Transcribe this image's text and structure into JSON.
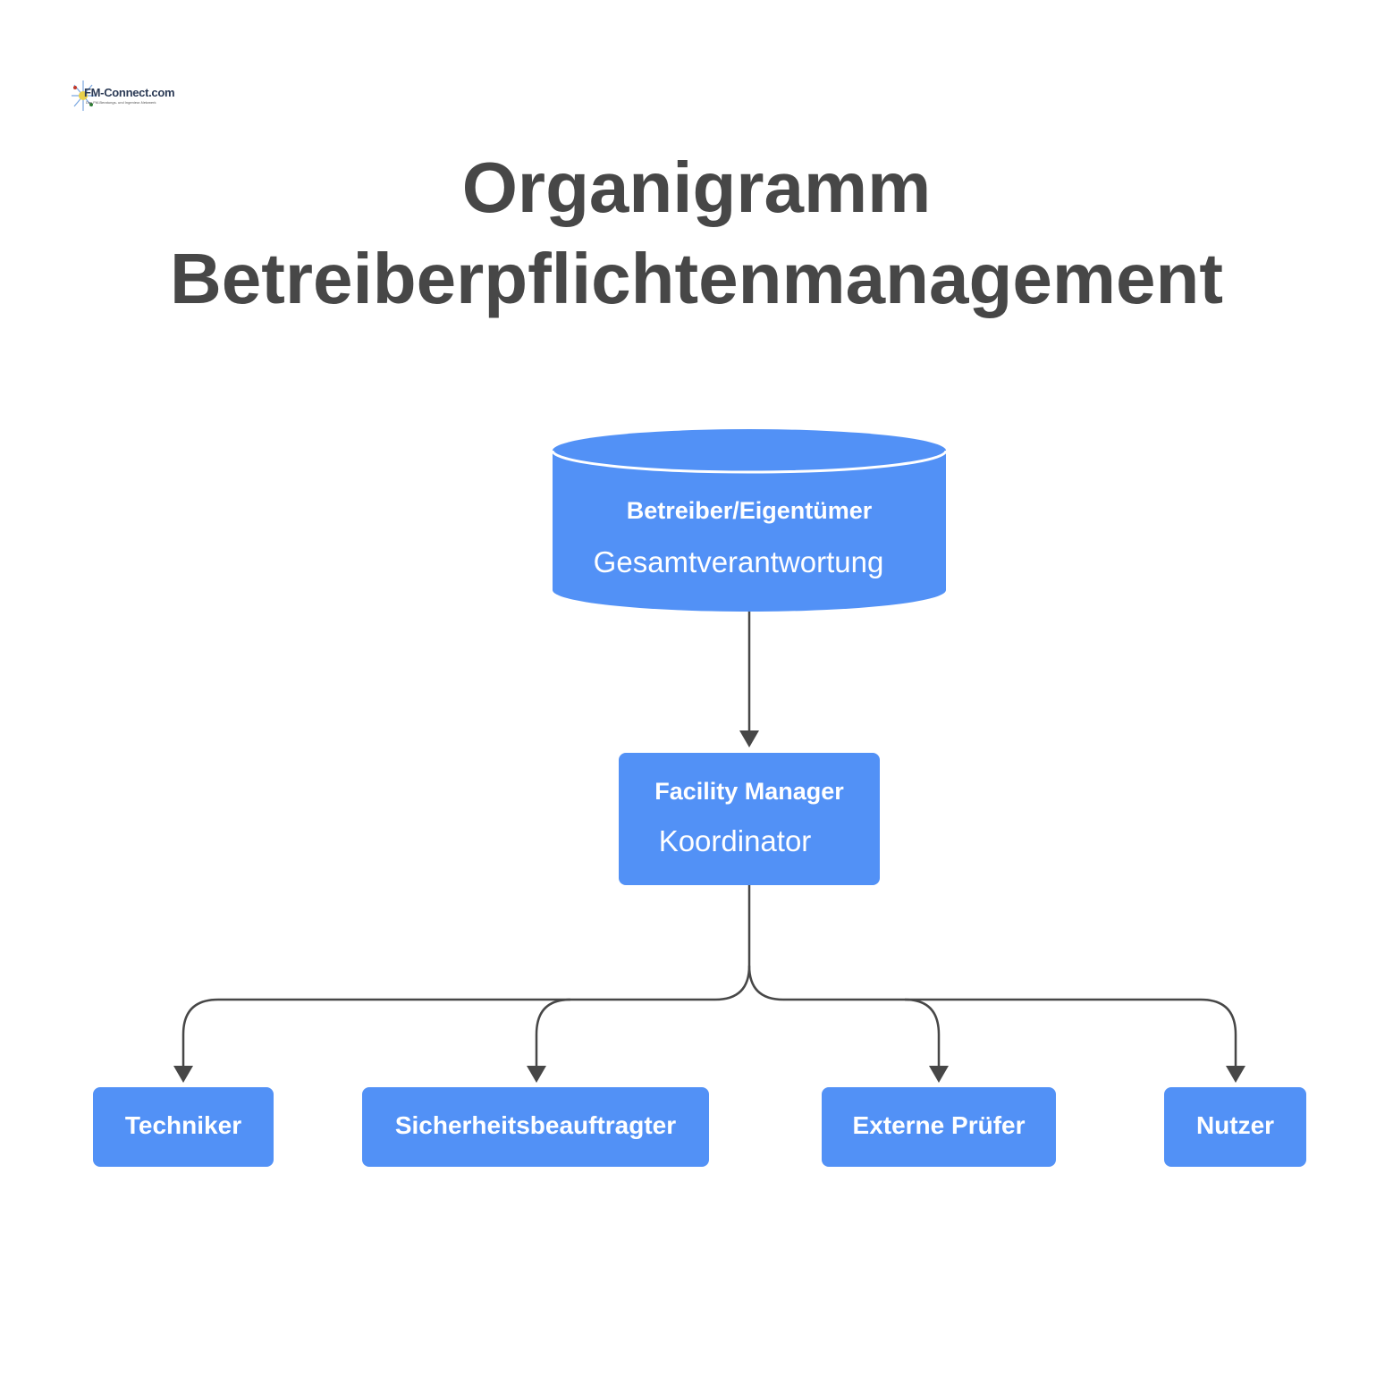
{
  "logo": {
    "name": "FM-Connect.com",
    "tagline": "Das FM-Beratungs- und Ingenieur-Netzwerk"
  },
  "title": {
    "line1": "Organigramm",
    "line2": "Betreiberpflichtenmanagement"
  },
  "nodes": {
    "owner": {
      "name": "Betreiber/Eigentümer",
      "role": "Gesamtverantwortung"
    },
    "facility_manager": {
      "name": "Facility Manager",
      "role": "Koordinator"
    },
    "children": [
      {
        "name": "Techniker"
      },
      {
        "name": "Sicherheitsbeauftragter"
      },
      {
        "name": "Externe Prüfer"
      },
      {
        "name": "Nutzer"
      }
    ]
  },
  "colors": {
    "node_fill": "#5291f6",
    "node_text": "#ffffff",
    "title_text": "#474747",
    "connector": "#474747"
  }
}
